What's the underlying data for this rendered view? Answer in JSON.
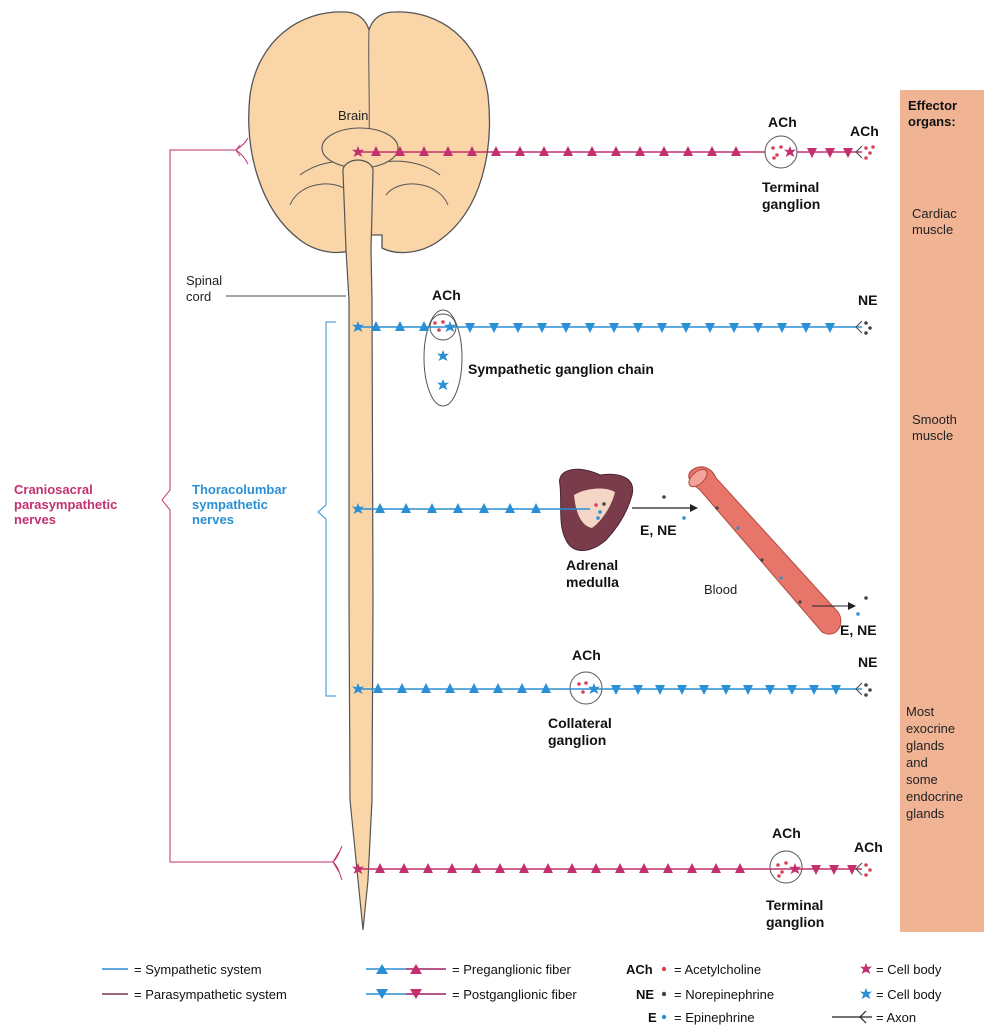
{
  "labels": {
    "brain": "Brain",
    "spinal_cord": [
      "Spinal",
      "cord"
    ],
    "craniosacral": [
      "Craniosacral",
      "parasympathetic",
      "nerves"
    ],
    "thoracolumbar": [
      "Thoracolumbar",
      "sympathetic",
      "nerves"
    ],
    "ach": "ACh",
    "ne": "NE",
    "e_ne": "E, NE",
    "terminal_ganglion": [
      "Terminal",
      "ganglion"
    ],
    "sympathetic_ganglion_chain": "Sympathetic ganglion chain",
    "adrenal_medulla": [
      "Adrenal",
      "medulla"
    ],
    "blood": "Blood",
    "collateral_ganglion": [
      "Collateral",
      "ganglion"
    ]
  },
  "effector": {
    "title": [
      "Effector",
      "organs:"
    ],
    "cardiac": [
      "Cardiac",
      "muscle"
    ],
    "smooth": [
      "Smooth",
      "muscle"
    ],
    "glands": [
      "Most",
      "exocrine",
      "glands",
      "and",
      "some",
      "endocrine",
      "glands"
    ]
  },
  "legend": {
    "sympathetic_system": "= Sympathetic system",
    "parasympathetic_system": "= Parasympathetic system",
    "preganglionic_fiber": "= Preganglionic fiber",
    "postganglionic_fiber": "= Postganglionic fiber",
    "ach_abbr": "ACh",
    "acetylcholine": "= Acetylcholine",
    "ne_abbr": "NE",
    "norepinephrine": "= Norepinephrine",
    "e_abbr": "E",
    "epinephrine": "= Epinephrine",
    "cell_body_para": "= Cell body",
    "cell_body_symp": "= Cell body",
    "axon": "= Axon"
  },
  "colors": {
    "parasympathetic": "#c2306f",
    "sympathetic": "#2a8fd4",
    "tissue": "#f9d5a7",
    "effector_band": "#f0b494",
    "blood_vessel": "#e8756a",
    "adrenal": "#7a3b4a",
    "transmitter_dot_red": "#d9405a",
    "transmitter_dot_dark": "#444444",
    "transmitter_dot_blue": "#2a8fd4"
  }
}
